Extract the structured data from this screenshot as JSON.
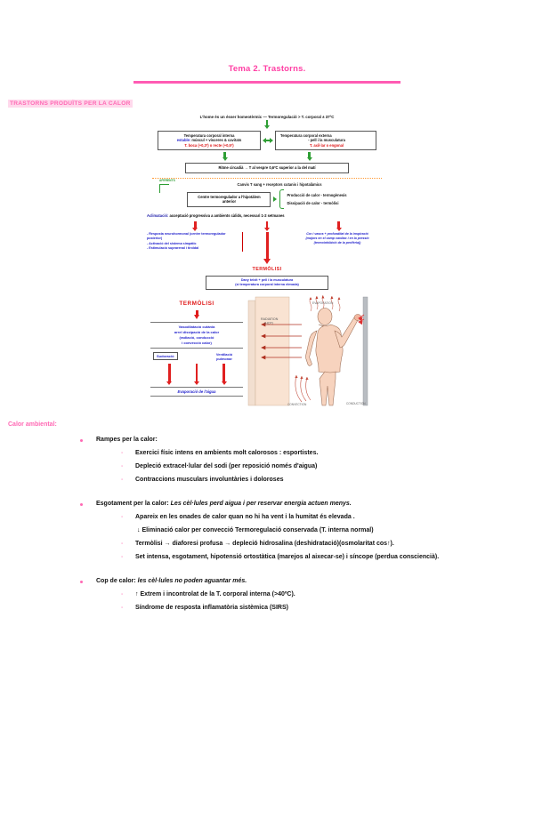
{
  "document": {
    "title": "Tema 2. Trastorns.",
    "section_heading": "TRASTORNS PRODUÏTS PER LA CALOR"
  },
  "diagram": {
    "intro": "L'home és un ésser homeotèrmic — Termoregulació  > T. corporal ± 37ºC",
    "internal_box": {
      "line1": "Temperatura corporal interna",
      "line2_blue": "estable:",
      "line2_rest": " múscul  + vísceres & cavitats",
      "line3_red": "T. boca (+0,3º) o recte (+0,5º)"
    },
    "external_box": {
      "line1": "Temperatura corporal externa",
      "line2": "- pell i la musculatura",
      "line3_red": "T. axil·lar o engonal"
    },
    "circadia": "Ritme circadià → T al vespre 0,6ºC superior a la del matí",
    "afferent_label": "AFERENTS",
    "canvis": "Canvis T sang  + receptors cutanis i hipotalàmics",
    "centre_box": "Centre termoregulador a l'hipotàlem anterior",
    "produccio": "Producció de calor  - termogènesis",
    "dissipacio": "Dissipació de calor  - termòlisi",
    "aclimatacio_lead": "Aclimatació:",
    "aclimatacio_text": " acceptació progressiva a ambients càlids, necessari 1-2 setmanes",
    "left_list": [
      "- Resposta neurohormonal (centre termoregulador posterior)",
      "- Activació del sistema simpàtic",
      "- Estimulació suprarenal i tiroïdal"
    ],
    "right_text": [
      "Cor i vasos  + profunditat de la inspiració",
      "(majors en el camp cardíac i en la pressió",
      "(termoinhibició de la perifèria))"
    ],
    "termolisi_small": "TERMÒLISI",
    "dany_box": [
      "Dany  teixit  + pell  i la musculatura",
      "(si temperatura corporal interna elevada)"
    ],
    "termolisi_big": "TERMÒLISI",
    "vaso_box": [
      "Vasodilatació cutània",
      "arrel dissipació de la calor",
      "(radiació, conducció",
      "i convecció calor)"
    ],
    "sudoracio": "Sudoració",
    "ventilacio": "Ventilació pulmonar",
    "evaporacio": "Evaporació de l'aigua",
    "figure_labels": {
      "radiation": "RADIATION (HOT)",
      "evaporation": "EVAPORATION",
      "convection": "CONVECTION",
      "conduction": "CONDUCTION"
    }
  },
  "content": {
    "calor_ambiental": "Calor ambiental:",
    "items": [
      {
        "title": "Rampes per la calor:",
        "italic": "",
        "subitems": [
          {
            "dash": true,
            "text": "Exercici físic intens en ambients molt calorosos : esportistes."
          },
          {
            "dash": true,
            "text": "Depleció extracel·lular del sodi (per reposició només d'aigua)"
          },
          {
            "dash": true,
            "text": "Contraccions musculars involuntàries i doloroses"
          }
        ]
      },
      {
        "title": "Esgotament per la calor:",
        "italic": " Les cèl·lules perd aigua i per reservar energia actuen menys.",
        "subitems": [
          {
            "dash": true,
            "text": "Apareix en les onades de calor quan no hi ha vent i la humitat és elevada ."
          },
          {
            "dash": false,
            "text": "↓ Eliminació calor per convecció Termoregulació conservada (T. interna normal)"
          },
          {
            "dash": true,
            "text": "Termòlisi → diaforesi profusa → depleció hidrosalina (deshidratació)(osmolaritat cos↑)."
          },
          {
            "dash": true,
            "text": "Set intensa, esgotament, hipotensió ortostàtica (marejos al aixecar-se) i síncope (perdua consciencià)."
          }
        ]
      },
      {
        "title": "Cop de calor:",
        "italic": " les cèl·lules no poden aguantar més.",
        "subitems": [
          {
            "dash": true,
            "text": "↑ Extrem i incontrolat de la T. corporal interna (>40ºC)."
          },
          {
            "dash": true,
            "text": "Síndrome de resposta inflamatòria sistèmica (SIRS)"
          }
        ]
      }
    ]
  },
  "colors": {
    "pink": "#ff69b4",
    "pink_rule": "#ff5bb3",
    "blue": "#2222cc",
    "red": "#e01b1b",
    "green": "#2e9e34",
    "skin": "#f7d3be"
  }
}
